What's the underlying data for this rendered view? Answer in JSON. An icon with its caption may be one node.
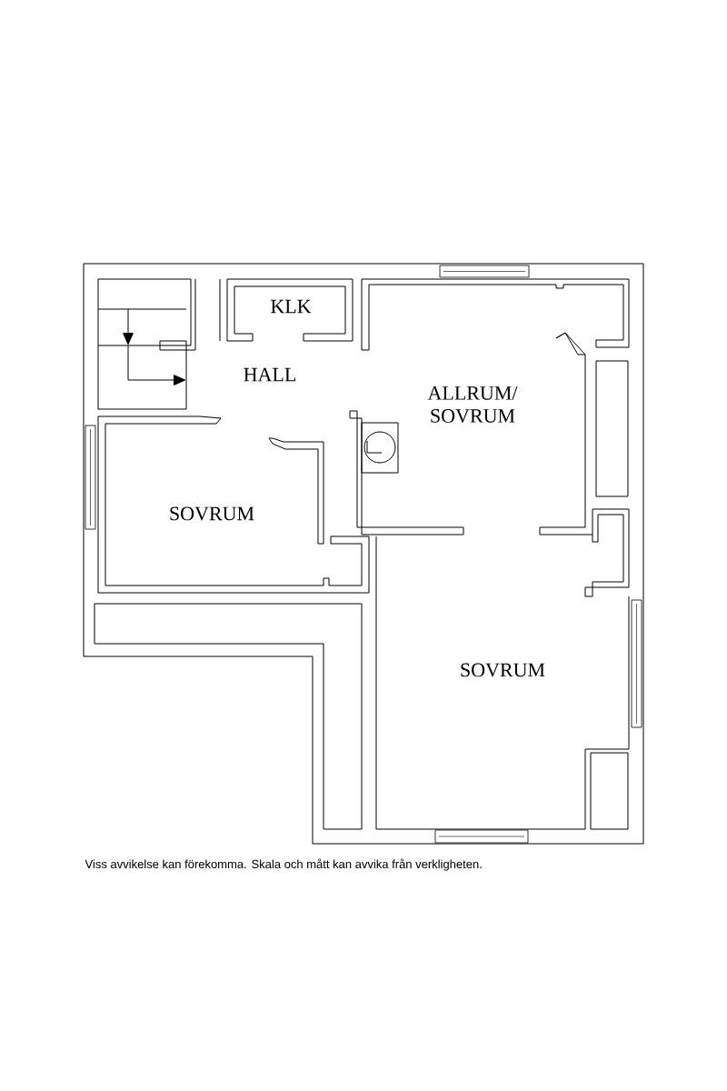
{
  "diagram": {
    "caption": "Viss avvikelse kan förekomma. Skala och mått kan avvika från verkligheten.",
    "labels": [
      "KLK",
      "HALL",
      "ALLRUM/ SOVRUM",
      "SOVRUM",
      "SOVRUM"
    ]
  }
}
